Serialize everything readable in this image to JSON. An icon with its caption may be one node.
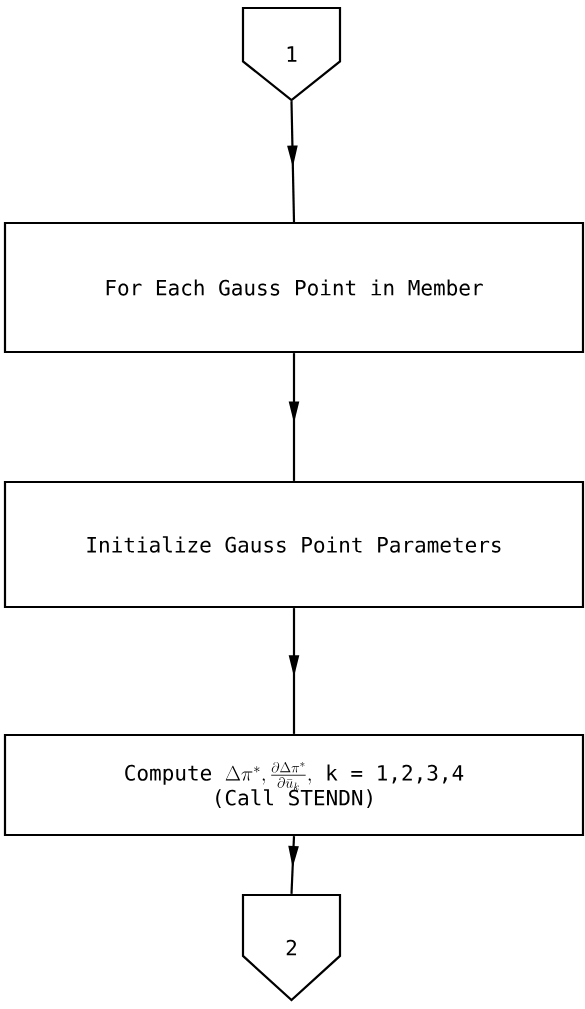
{
  "diagram": {
    "nodes": [
      {
        "text": [
          "1"
        ]
      },
      {
        "text": [
          "For Each Gauss Point in Member"
        ]
      },
      {
        "text": [
          "Initialize Gauss Point Parameters"
        ]
      },
      {
        "text": [
          "Compute",
          "\\Delta\\pi^{*}, \\frac{\\partial\\Delta\\pi^{*}}{\\partial\\bar{u}_{k}},",
          "k = 1,2,3,4",
          "(Call STENDN)"
        ]
      },
      {
        "text": [
          "2"
        ]
      }
    ],
    "edges": [
      {
        "from": 0,
        "to": 1,
        "arrow": "to"
      },
      {
        "from": 1,
        "to": 2,
        "arrow": "to"
      },
      {
        "from": 2,
        "to": 3,
        "arrow": "to"
      },
      {
        "from": 3,
        "to": 4,
        "arrow": "to"
      }
    ]
  }
}
